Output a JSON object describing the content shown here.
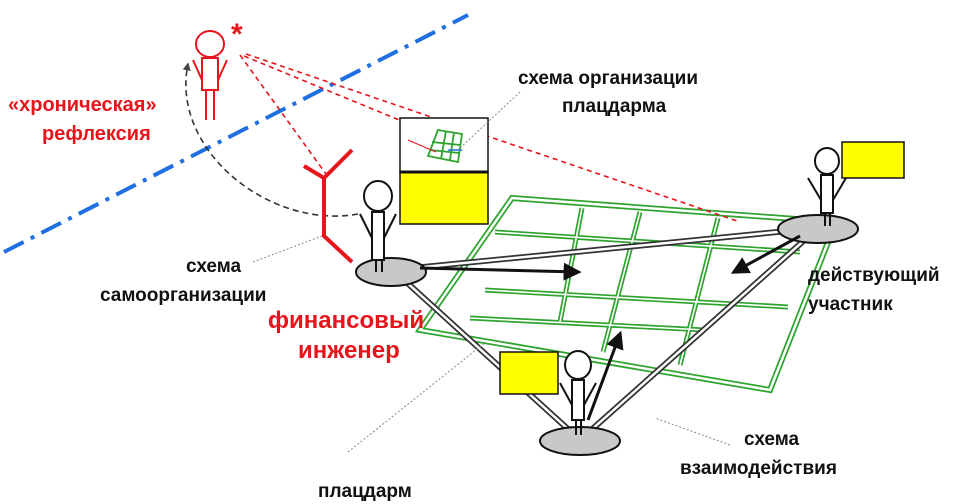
{
  "labels": {
    "chronic_reflexion": [
      "«хроническая»",
      "рефлексия"
    ],
    "asterisk": "*",
    "platform_scheme": [
      "схема организации",
      "плацдарма"
    ],
    "self_org_scheme": [
      "схема",
      "самоорганизации"
    ],
    "financial_engineer": [
      "финансовый",
      "инженер"
    ],
    "acting_participant": [
      "действующий",
      "участник"
    ],
    "interaction_scheme": [
      "схема",
      "взаимодействия"
    ],
    "platform": "плацдарм"
  },
  "colors": {
    "red": "#e8141c",
    "blue_axis": "#1f6fe0",
    "green_grid": "#2ea32e",
    "yellow_box": "#ffff00",
    "gray_disk": "#c8c8c8",
    "dark": "#111111"
  }
}
